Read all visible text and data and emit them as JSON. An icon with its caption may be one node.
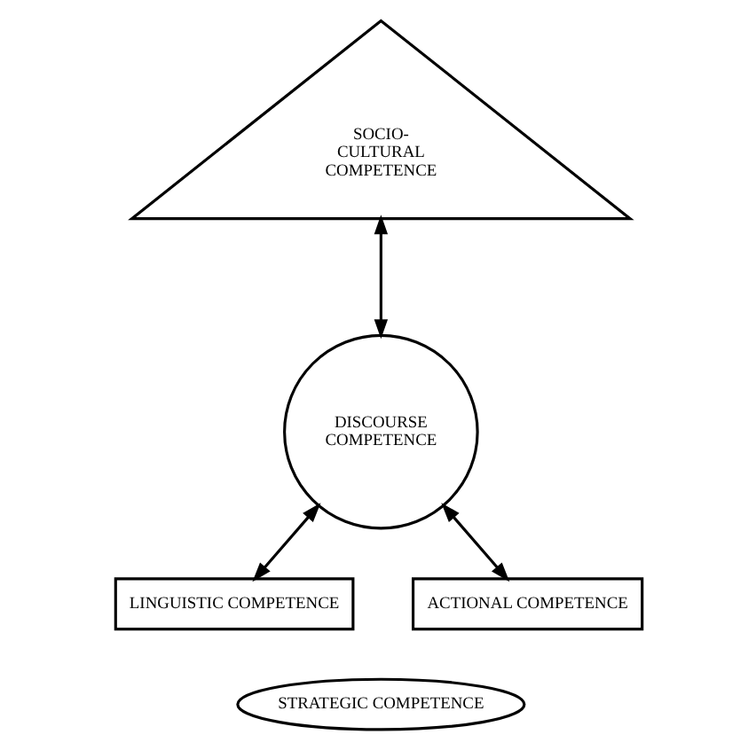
{
  "diagram": {
    "nodes": [
      {
        "text": [
          "SOCIO- CULTURAL COMPETENCE"
        ]
      },
      {
        "text": [
          "DISCOURSE COMPETENCE"
        ]
      },
      {
        "text": [
          "LINGUISTIC COMPETENCE"
        ]
      },
      {
        "text": [
          "ACTIONAL COMPETENCE"
        ]
      },
      {
        "text": [
          "STRATEGIC COMPETENCE"
        ]
      }
    ],
    "edges": [
      {
        "from": 0,
        "to": 1,
        "arrow": "both"
      },
      {
        "from": 1,
        "to": 2,
        "arrow": "both"
      },
      {
        "from": 1,
        "to": 3,
        "arrow": "both"
      }
    ]
  }
}
